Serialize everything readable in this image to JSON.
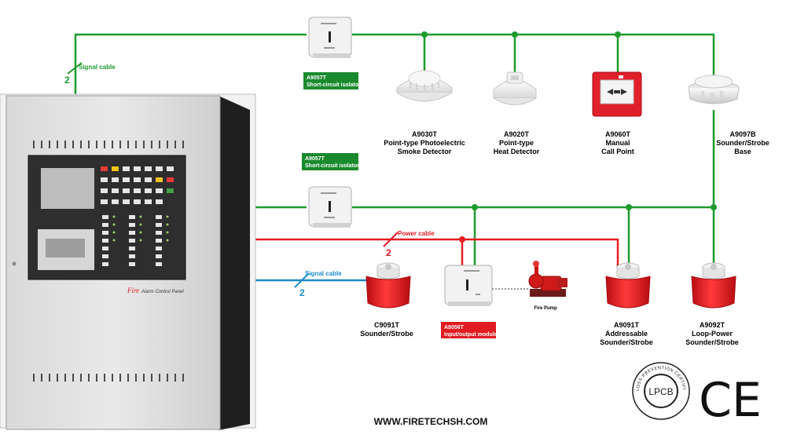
{
  "colors": {
    "signal_green": "#1e9a2f",
    "power_red": "#e51c23",
    "signal_blue": "#1b8bc9",
    "tag_green": "#1a8a2e",
    "tag_red": "#e11b22"
  },
  "cables": {
    "top_signal": {
      "label": "Signal cable",
      "count": "2"
    },
    "power": {
      "label": "Power cable",
      "count": "2"
    },
    "bottom_signal": {
      "label": "Signal cable",
      "count": "2"
    }
  },
  "panel": {
    "brand_word": "Fire",
    "subtitle": "Alarm Control Panel"
  },
  "isolators": [
    {
      "code": "A9057T",
      "name": "Short-circuit isolator"
    },
    {
      "code": "A9057T",
      "name": "Short-circuit isolator"
    }
  ],
  "io_module": {
    "code": "A9056T",
    "name": "Input/output module"
  },
  "fire_pump": {
    "label": "Fire Pump"
  },
  "devices": [
    {
      "id": "smoke",
      "lines": [
        "A9030T",
        "Point-type Photoelectric",
        "Smoke Detector"
      ]
    },
    {
      "id": "heat",
      "lines": [
        "A9020T",
        "Point-type",
        "Heat Detector"
      ]
    },
    {
      "id": "callpoint",
      "lines": [
        "A9060T",
        "Manual",
        "Call Point"
      ]
    },
    {
      "id": "sounderbase",
      "lines": [
        "A9097B",
        "Sounder/Strobe",
        "Base"
      ]
    },
    {
      "id": "c9091",
      "lines": [
        "C9091T",
        "Sounder/Strobe"
      ]
    },
    {
      "id": "a9091",
      "lines": [
        "A9091T",
        "Addressable",
        "Sounder/Strobe"
      ]
    },
    {
      "id": "a9092",
      "lines": [
        "A9092T",
        "Loop-Power",
        "Sounder/Strobe"
      ]
    }
  ],
  "website": "WWW.FIRETECHSH.COM",
  "certifications": {
    "lpcb": "LPCB",
    "lpcb_ring": "LOSS PREVENTION CERTIFICATION BOARD",
    "ce": "CE"
  }
}
